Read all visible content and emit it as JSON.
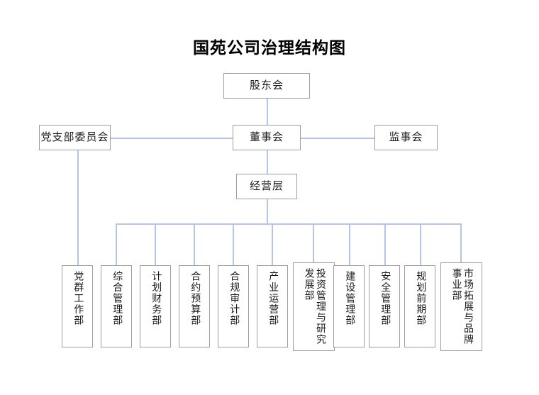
{
  "title": "国苑公司治理结构图",
  "colors": {
    "connector": "#b3c6e7",
    "box_border": "#9d9d9d",
    "box_fill": "#ffffff",
    "text": "#1a1a1a",
    "background": "#ffffff"
  },
  "tiers": {
    "shareholders": {
      "label": "股东会"
    },
    "board": {
      "label": "董事会"
    },
    "party_committee": {
      "label": "党支部委员会"
    },
    "supervisors": {
      "label": "监事会"
    },
    "management": {
      "label": "经营层"
    }
  },
  "departments": [
    {
      "label": "党群工作部",
      "columns": [
        "党群工作部"
      ]
    },
    {
      "label": "综合管理部",
      "columns": [
        "综合管理部"
      ]
    },
    {
      "label": "计划财务部",
      "columns": [
        "计划财务部"
      ]
    },
    {
      "label": "合约预算部",
      "columns": [
        "合约预算部"
      ]
    },
    {
      "label": "合规审计部",
      "columns": [
        "合规审计部"
      ]
    },
    {
      "label": "产业运营部",
      "columns": [
        "产业运营部"
      ]
    },
    {
      "label": "投资管理与研究发展部",
      "columns": [
        "投资管理与研究",
        "发展部"
      ]
    },
    {
      "label": "建设管理部",
      "columns": [
        "建设管理部"
      ]
    },
    {
      "label": "安全管理部",
      "columns": [
        "安全管理部"
      ]
    },
    {
      "label": "规划前期部",
      "columns": [
        "规划前期部"
      ]
    },
    {
      "label": "市场拓展与品牌事业部",
      "columns": [
        "市场拓展与品牌",
        "事业部"
      ]
    }
  ],
  "department_text": {
    "d0": "党群工作部",
    "d1": "综合管理部",
    "d2": "计划财务部",
    "d3": "合约预算部",
    "d4": "合规审计部",
    "d5": "产业运营部",
    "d6": "投资管理与研究\n发展部",
    "d7": "建设管理部",
    "d8": "安全管理部",
    "d9": "规划前期部",
    "d10": "市场拓展与品牌\n事业部"
  }
}
